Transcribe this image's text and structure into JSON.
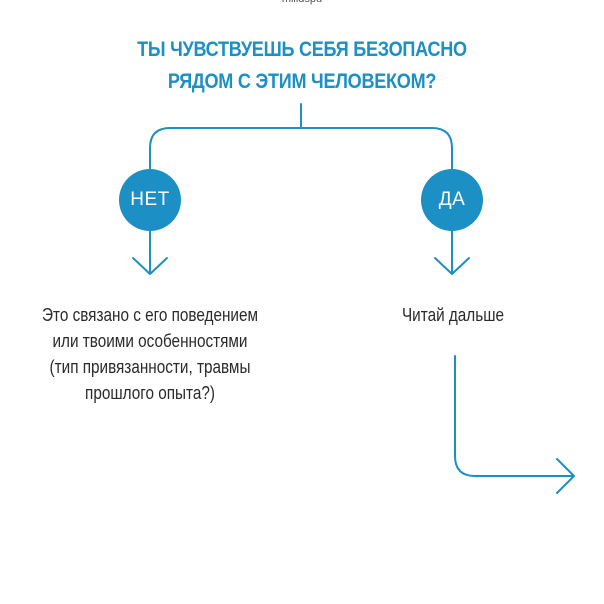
{
  "watermark": "milidspu",
  "title": {
    "line1": "ТЫ ЧУВСТВУЕШЬ СЕБЯ БЕЗОПАСНО",
    "line2": "РЯДОМ С ЭТИМ ЧЕЛОВЕКОМ?"
  },
  "branches": {
    "no": {
      "label": "НЕТ",
      "text": [
        "Это связано с его поведением",
        "или твоими особенностями",
        "(тип привязанности, травмы",
        "прошлого опыта?)"
      ]
    },
    "yes": {
      "label": "ДА",
      "text": [
        "Читай дальше"
      ]
    }
  },
  "colors": {
    "accent": "#1c8fc4",
    "text": "#2a2a2a"
  }
}
